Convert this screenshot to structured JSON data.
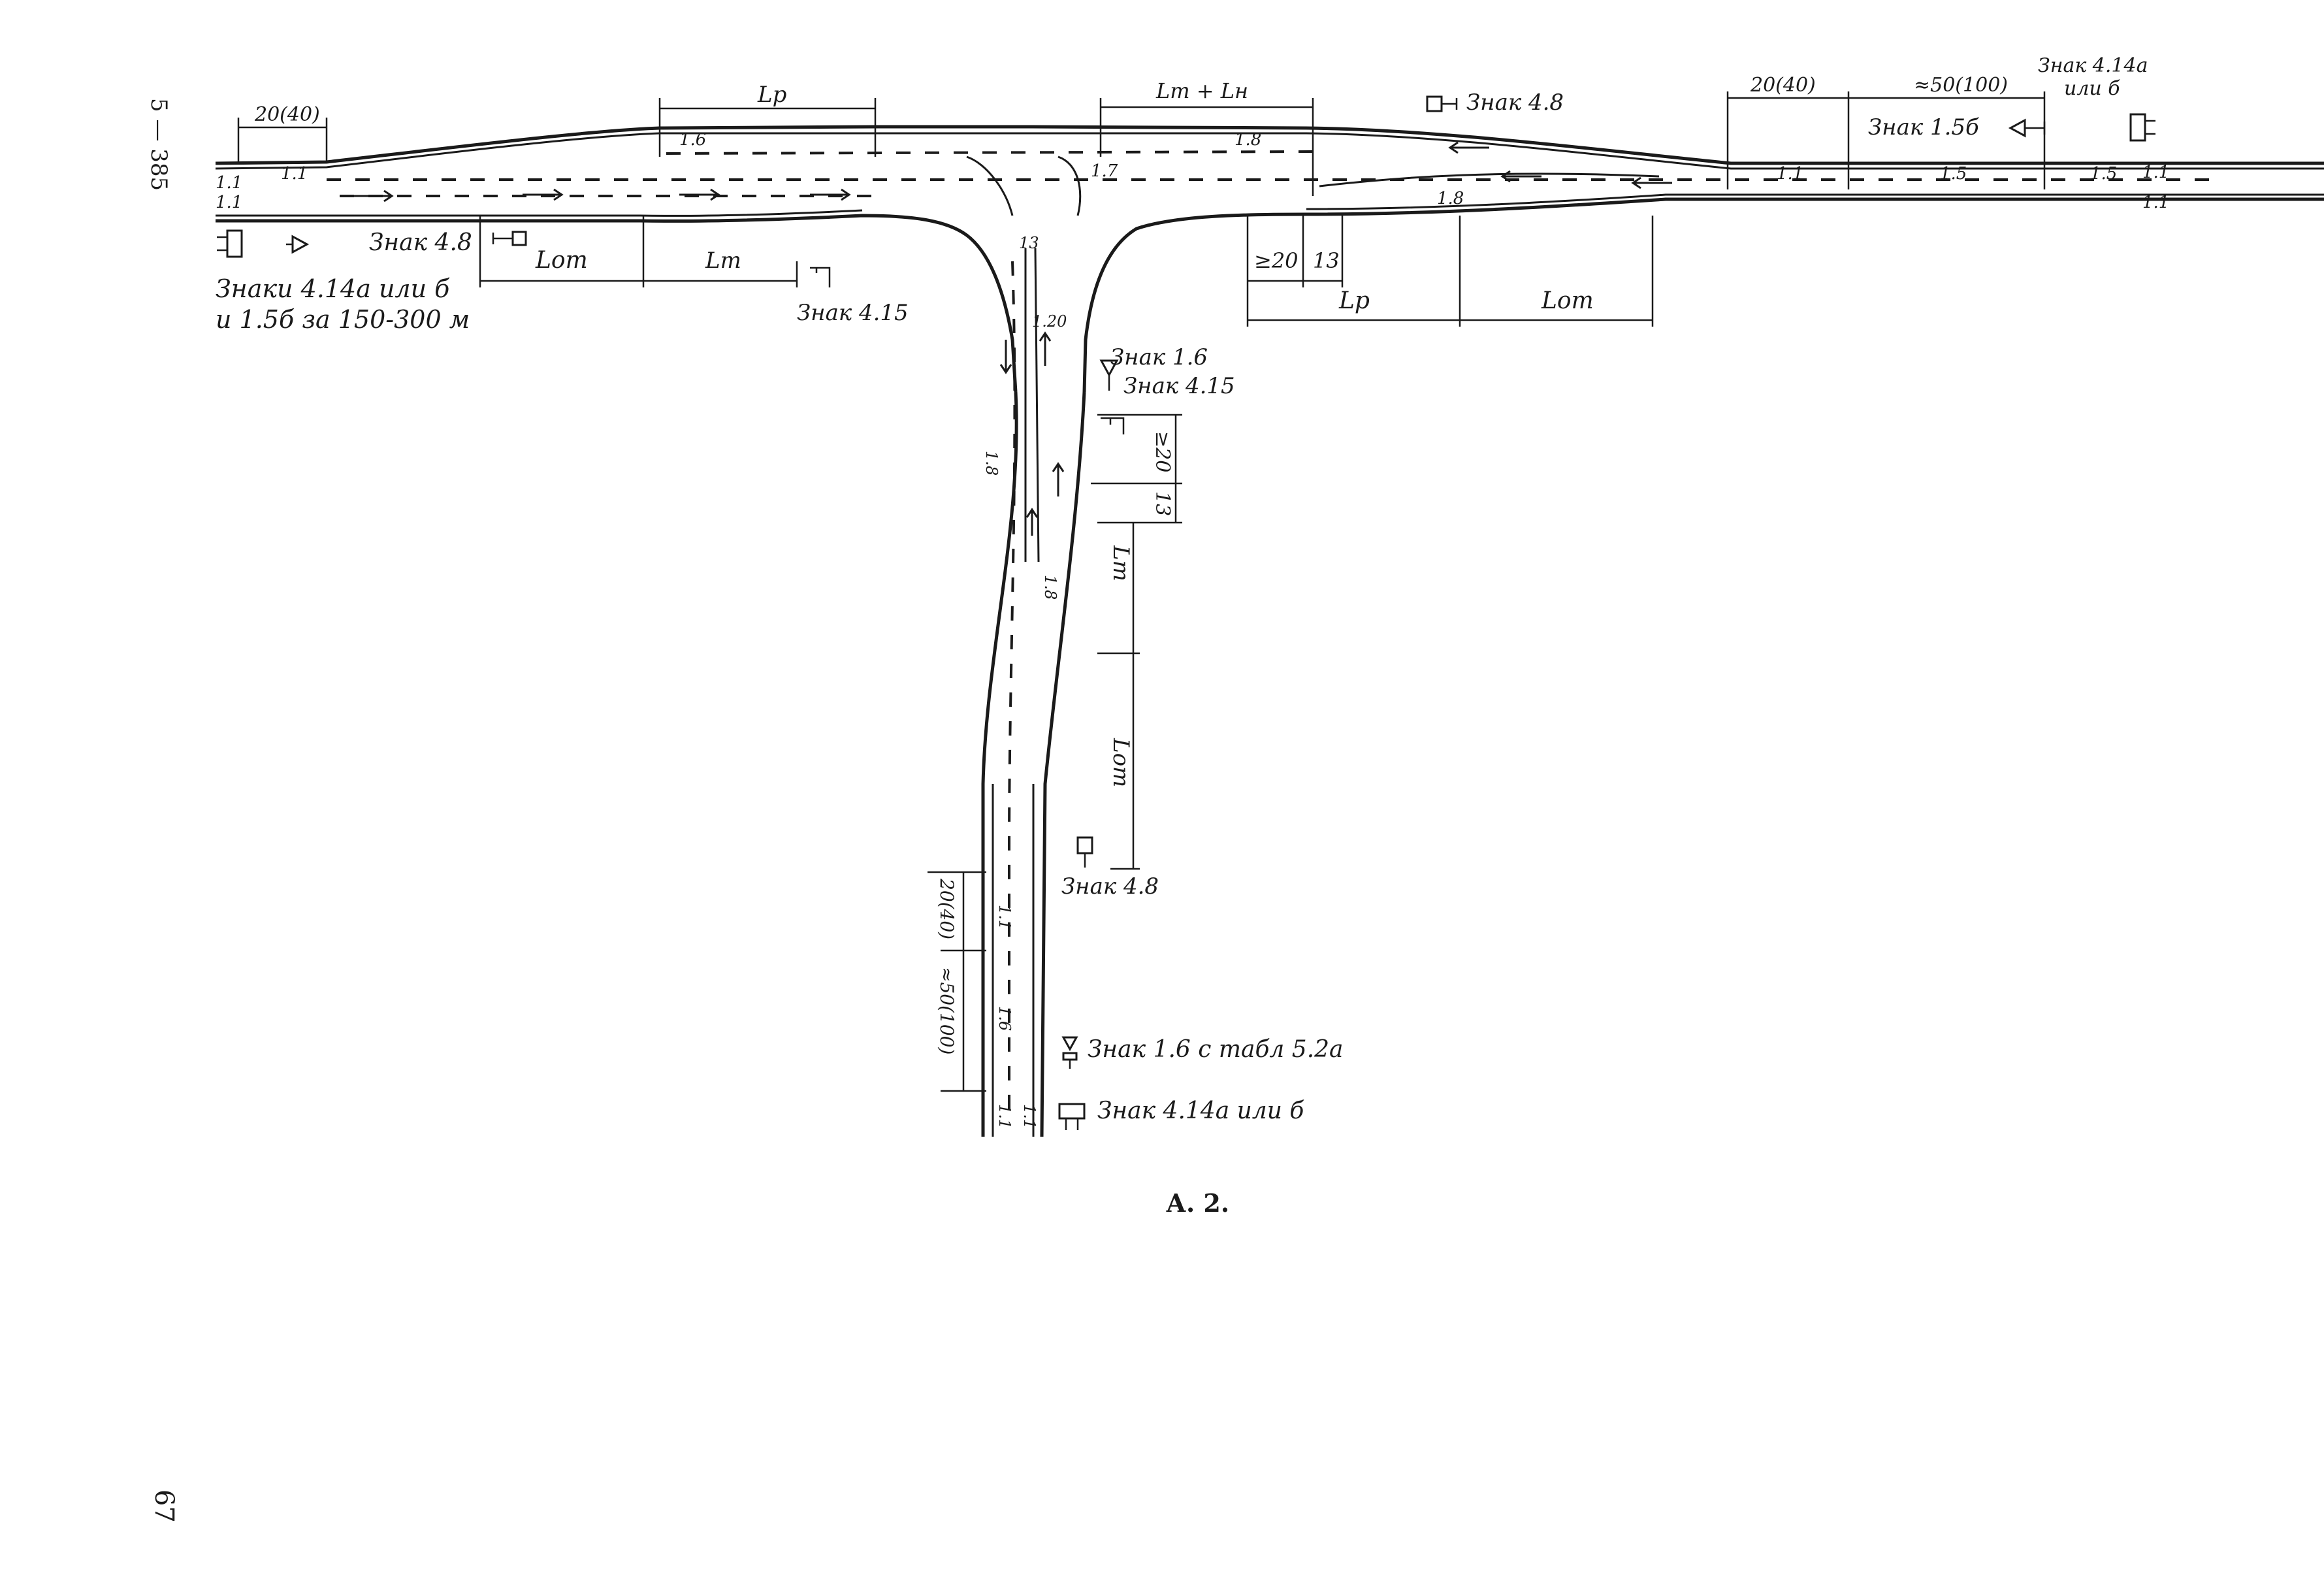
{
  "margin_marks": {
    "side_code": "5 — 385",
    "page_number": "67"
  },
  "caption": "А. 2.",
  "dimensions": {
    "top_left_20_40": "20(40)",
    "lp_top": "Lр",
    "lt_lh_top": "Lт + Lн",
    "top_right_20_40": "20(40)",
    "top_right_50_100": "≈50(100)",
    "lot_left": "Lот",
    "lt_left": "Lт",
    "ge20_right": "≥20",
    "thirteen_right": "13",
    "lp_right": "Lр",
    "lot_right": "Lот",
    "ge20_vertical": "≥20",
    "thirteen_vertical": "13",
    "lt_vertical": "Lт",
    "lot_vertical": "Lот",
    "bottom_20_40": "20(40)",
    "bottom_50_100": "≈50(100)"
  },
  "markings": {
    "m1_1_a": "1.1",
    "m1_1_b": "1.1",
    "m1_1_c": "1.1",
    "m1_6_left": "1.6",
    "m1_8_top": "1.8",
    "m1_7": "1.7",
    "m1_8_mid": "1.8",
    "m1_1_right": "1.1",
    "m1_5_right_a": "1.5",
    "m1_5_right_b": "1.5",
    "m1_1_right_a": "1.1",
    "m1_1_right_b": "1.1",
    "m13": "13",
    "m120": "1.20",
    "m1_8_branch": "1.8",
    "m1_8_branch2": "1.8",
    "m1_1_bottom": "1.1",
    "m1_6_bottom": "1.6",
    "m1_1_bl": "1.1",
    "m1_1_br": "1.1"
  },
  "signs": {
    "znak_4_8_top": "Знак 4.8",
    "znak_4_14_top_right": "Знак 4.14а",
    "znak_4_14_top_right_2": "или б",
    "znak_1_5_right": "Знак 1.5б",
    "znak_4_8_left": "Знак 4.8",
    "znaki_left_1": "Знаки 4.14а или б",
    "znaki_left_2": "и 1.5б за 150-300 м",
    "znak_4_15_left": "Знак 4.15",
    "znak_1_6_right": "Знак 1.6",
    "znak_4_15_right": "Знак 4.15",
    "znak_4_8_bottom": "Знак 4.8",
    "znak_1_6_table": "Знак 1.6 с табл 5.2а",
    "znak_4_14_bottom": "Знак 4.14а или б"
  }
}
